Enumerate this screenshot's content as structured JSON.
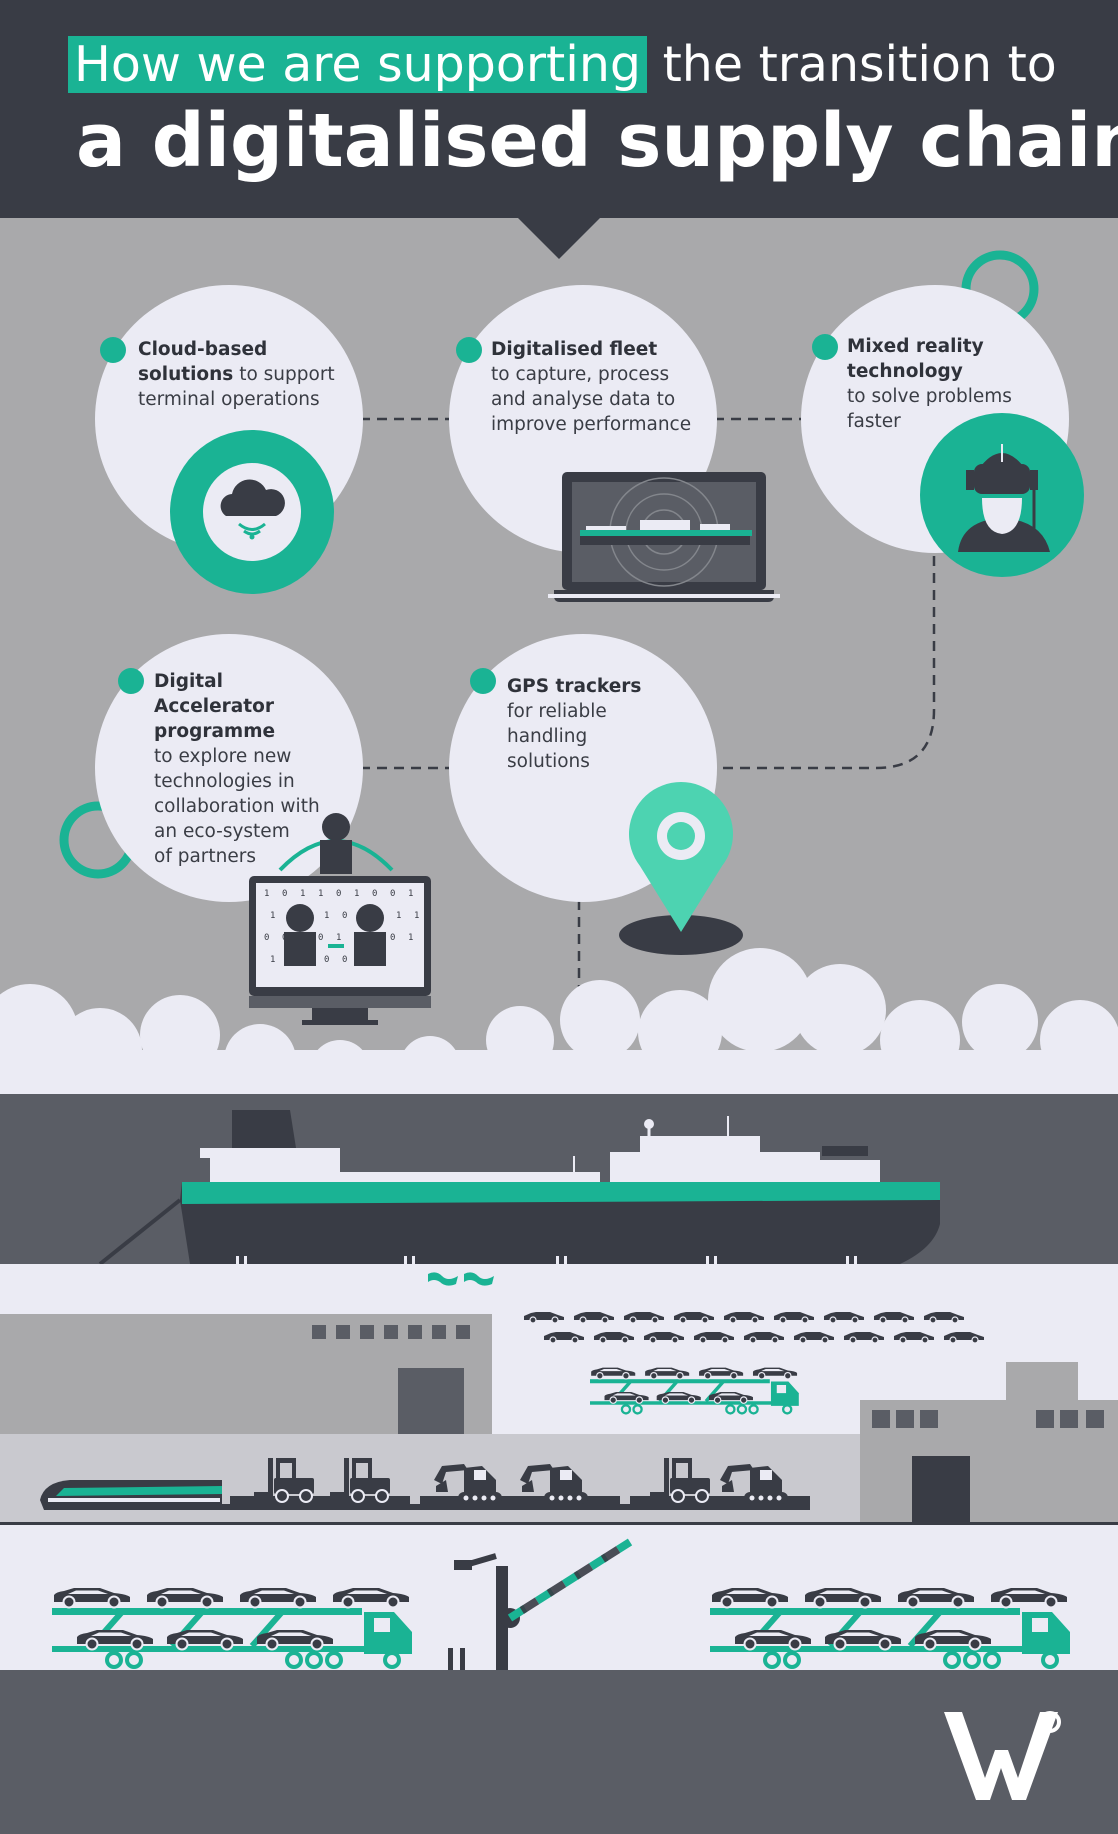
{
  "headline": {
    "highlight": "How we are supporting",
    "rest": "the transition to",
    "line2": "a digitalised supply chain"
  },
  "colors": {
    "header_bg": "#393c45",
    "panel_bg": "#a9a9ab",
    "accent": "#1ab394",
    "circle_bg": "#ebebf4",
    "dark": "#393c45",
    "port_bg": "#5a5d65"
  },
  "initiatives": [
    {
      "title": "Cloud-based solutions",
      "title_a": "Cloud-based",
      "title_b": "solutions",
      "desc_a": "to support",
      "desc_b": "terminal operations",
      "icon": "cloud-icon"
    },
    {
      "title": "Digitalised fleet",
      "desc": [
        "to capture, process",
        "and analyse data to",
        "improve performance"
      ],
      "icon": "laptop-ship-icon"
    },
    {
      "title": "Mixed reality technology",
      "title_lines": [
        "Mixed reality",
        "technology"
      ],
      "desc": [
        "to solve problems",
        "faster"
      ],
      "icon": "vr-headset-icon"
    },
    {
      "title": "Digital Accelerator programme",
      "title_lines": [
        "Digital",
        "Accelerator",
        "programme"
      ],
      "desc": [
        "to explore new",
        "technologies in",
        "collaboration with",
        "an eco-system",
        "of partners"
      ],
      "icon": "collaboration-monitor-icon"
    },
    {
      "title": "GPS trackers",
      "desc": [
        "for reliable",
        "handling",
        "solutions"
      ],
      "icon": "map-pin-icon"
    }
  ],
  "binary": [
    "1",
    "0",
    "1",
    "1",
    "0",
    "1",
    "0",
    "0",
    "1",
    "1",
    "0",
    "1",
    "1",
    "0",
    "1",
    "0",
    "1",
    "1",
    "0",
    "0",
    "1",
    "0",
    "1",
    "1",
    "0",
    "0",
    "1",
    "1",
    "0",
    "1",
    "0",
    "0",
    "1",
    "1"
  ],
  "brand": {
    "logo": "W-logo-icon"
  }
}
